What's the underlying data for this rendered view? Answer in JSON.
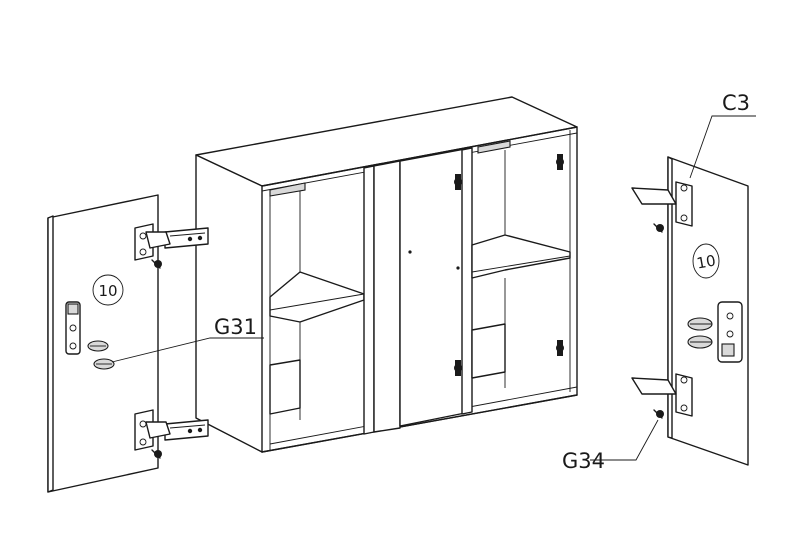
{
  "labels": {
    "fitting_c3": "C3",
    "fitting_g31": "G31",
    "fitting_g34": "G34"
  },
  "parts": {
    "left_door_number": "10",
    "right_door_number": "10"
  }
}
